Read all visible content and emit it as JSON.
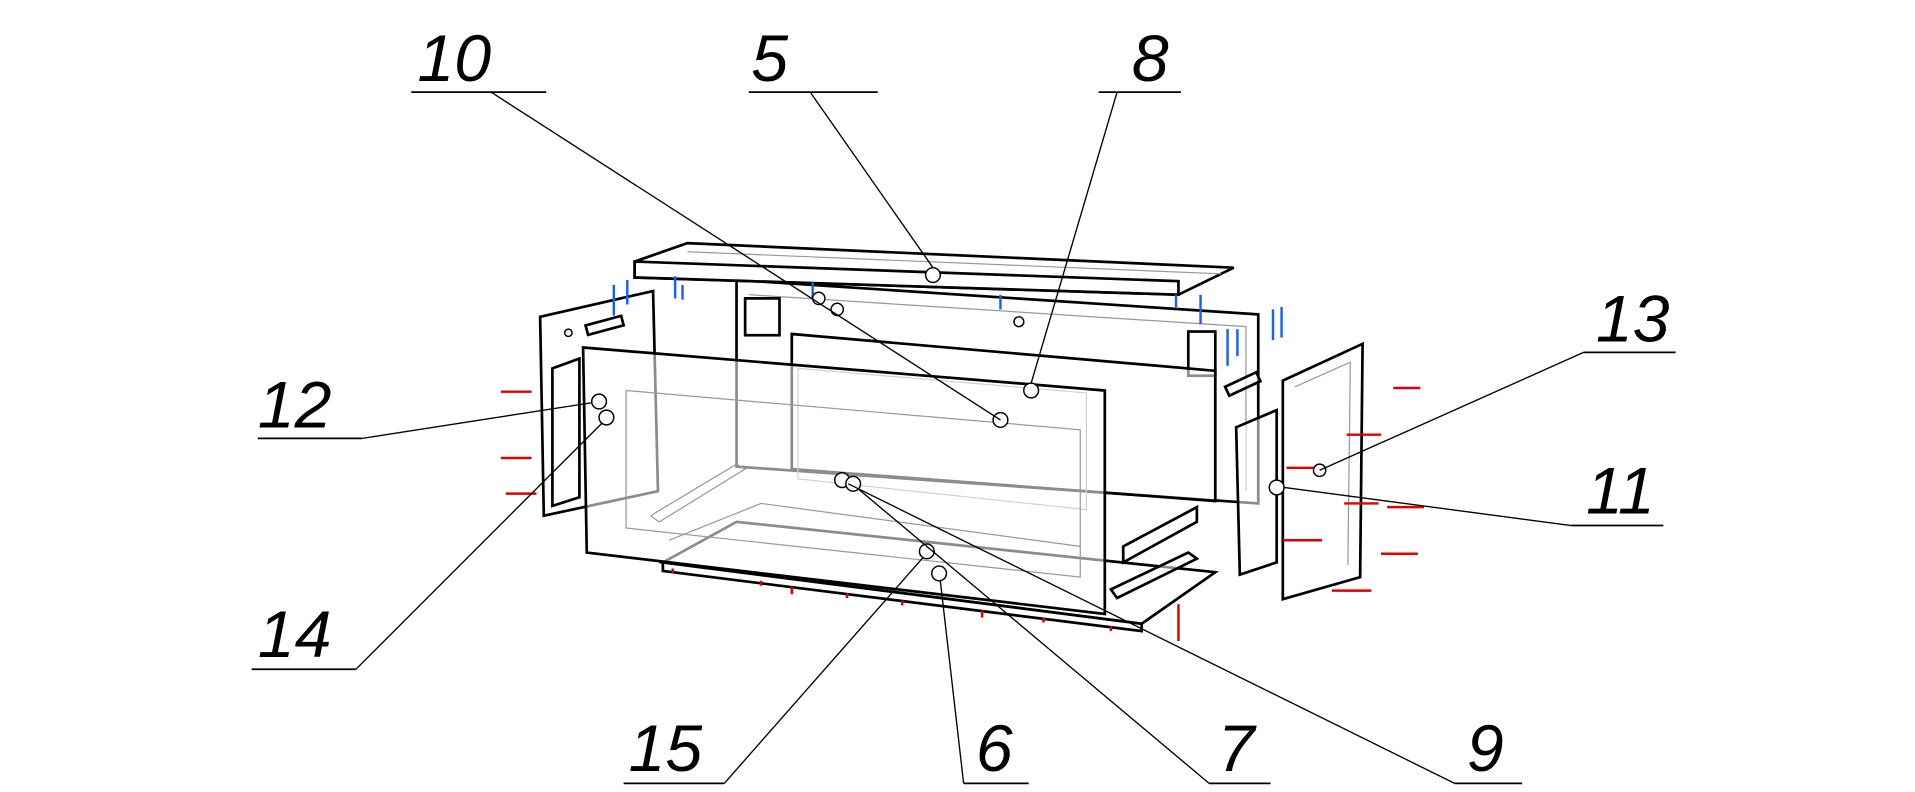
{
  "drawing": {
    "type": "exploded assembly drawing",
    "callouts": [
      {
        "id": "10",
        "label": "10"
      },
      {
        "id": "5",
        "label": "5"
      },
      {
        "id": "8",
        "label": "8"
      },
      {
        "id": "13",
        "label": "13"
      },
      {
        "id": "12",
        "label": "12"
      },
      {
        "id": "11",
        "label": "11"
      },
      {
        "id": "14",
        "label": "14"
      },
      {
        "id": "15",
        "label": "15"
      },
      {
        "id": "6",
        "label": "6"
      },
      {
        "id": "7",
        "label": "7"
      },
      {
        "id": "9",
        "label": "9"
      }
    ],
    "colors": {
      "line": "#000000",
      "hidden": "#999999",
      "screws": "#e00000",
      "fittings": "#1a60ff"
    }
  }
}
